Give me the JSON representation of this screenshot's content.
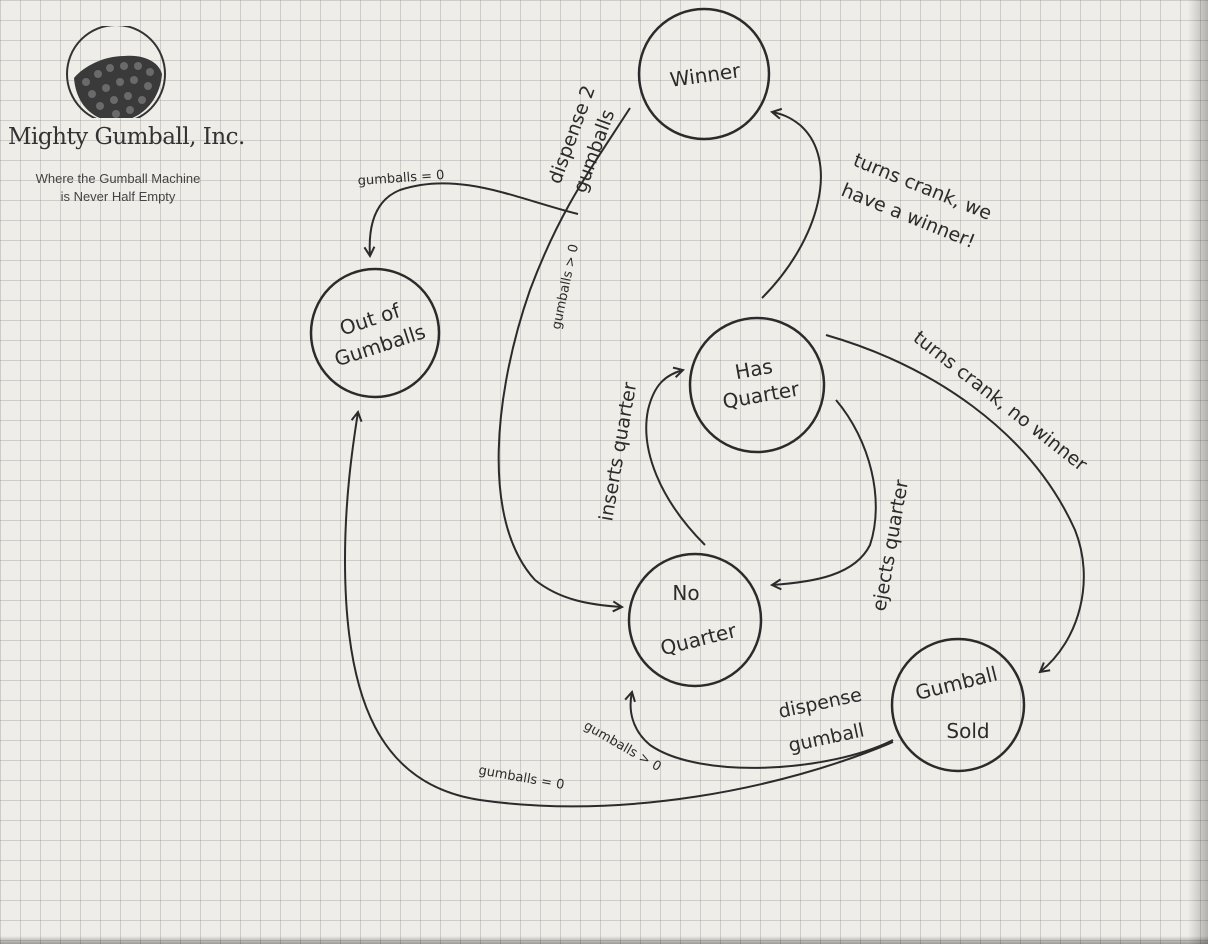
{
  "company": {
    "name": "Mighty Gumball, Inc.",
    "tagline_line1": "Where the Gumball Machine",
    "tagline_line2": "is Never Half Empty",
    "logo_icon": "gumball-jar-icon"
  },
  "states": {
    "winner": {
      "label": "Winner"
    },
    "out_of_gumballs": {
      "line1": "Out of",
      "line2": "Gumballs"
    },
    "has_quarter": {
      "line1": "Has",
      "line2": "Quarter"
    },
    "no_quarter": {
      "line1": "No",
      "line2": "Quarter"
    },
    "gumball_sold": {
      "line1": "Gumball",
      "line2": "Sold"
    }
  },
  "transitions": {
    "dispense_two": {
      "line1": "dispense 2",
      "line2": "gumballs"
    },
    "winner_to_out": "gumballs = 0",
    "winner_to_no": "gumballs > 0",
    "turns_crank_winner": {
      "line1": "turns crank, we",
      "line2": "have a winner!"
    },
    "turns_crank_no_winner": "turns crank, no winner",
    "inserts_quarter": "inserts quarter",
    "ejects_quarter": "ejects quarter",
    "dispense_gumball": {
      "line1": "dispense",
      "line2": "gumball"
    },
    "sold_to_no": "gumballs > 0",
    "sold_to_out": "gumballs = 0"
  },
  "colors": {
    "ink": "#2b2b2b",
    "paper": "#eeede8",
    "grid": "#9a9a9a"
  }
}
